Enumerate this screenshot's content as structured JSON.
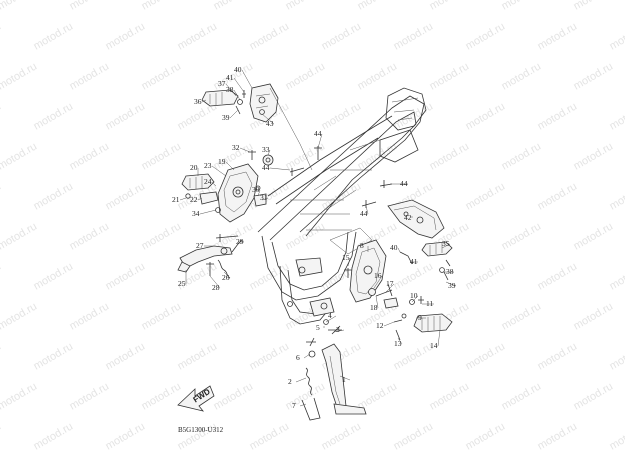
{
  "watermark": {
    "text": "motod.ru"
  },
  "diagram_code": "B5G1300-U312",
  "fwd_label": "FWD",
  "callouts": [
    {
      "id": "c40",
      "label": "40"
    },
    {
      "id": "c41a",
      "label": "41"
    },
    {
      "id": "c37",
      "label": "37"
    },
    {
      "id": "c38a",
      "label": "38"
    },
    {
      "id": "c36",
      "label": "36"
    },
    {
      "id": "c39a",
      "label": "39"
    },
    {
      "id": "c43",
      "label": "43"
    },
    {
      "id": "c44a",
      "label": "44"
    },
    {
      "id": "c44b",
      "label": "44"
    },
    {
      "id": "c44c",
      "label": "44"
    },
    {
      "id": "c44d",
      "label": "44"
    },
    {
      "id": "c32",
      "label": "32"
    },
    {
      "id": "c33",
      "label": "33"
    },
    {
      "id": "c20",
      "label": "20"
    },
    {
      "id": "c23",
      "label": "23"
    },
    {
      "id": "c19",
      "label": "19"
    },
    {
      "id": "c24",
      "label": "24"
    },
    {
      "id": "c30",
      "label": "30"
    },
    {
      "id": "c22",
      "label": "22"
    },
    {
      "id": "c31",
      "label": "31"
    },
    {
      "id": "c21",
      "label": "21"
    },
    {
      "id": "c34",
      "label": "34"
    },
    {
      "id": "c42",
      "label": "42"
    },
    {
      "id": "c27",
      "label": "27"
    },
    {
      "id": "c29",
      "label": "29"
    },
    {
      "id": "c26",
      "label": "26"
    },
    {
      "id": "c25",
      "label": "25"
    },
    {
      "id": "c28",
      "label": "28"
    },
    {
      "id": "c8",
      "label": "8"
    },
    {
      "id": "c15",
      "label": "15"
    },
    {
      "id": "c40b",
      "label": "40"
    },
    {
      "id": "c41b",
      "label": "41"
    },
    {
      "id": "c35",
      "label": "35"
    },
    {
      "id": "c38b",
      "label": "38"
    },
    {
      "id": "c39b",
      "label": "39"
    },
    {
      "id": "c16",
      "label": "16"
    },
    {
      "id": "c17",
      "label": "17"
    },
    {
      "id": "c18",
      "label": "18"
    },
    {
      "id": "c10",
      "label": "10"
    },
    {
      "id": "c11",
      "label": "11"
    },
    {
      "id": "c9",
      "label": "9"
    },
    {
      "id": "c4",
      "label": "4"
    },
    {
      "id": "c12",
      "label": "12"
    },
    {
      "id": "c14",
      "label": "14"
    },
    {
      "id": "c5",
      "label": "5"
    },
    {
      "id": "c3",
      "label": "3"
    },
    {
      "id": "c13",
      "label": "13"
    },
    {
      "id": "c6",
      "label": "6"
    },
    {
      "id": "c2",
      "label": "2"
    },
    {
      "id": "c1",
      "label": "1"
    },
    {
      "id": "c7",
      "label": "7"
    }
  ]
}
